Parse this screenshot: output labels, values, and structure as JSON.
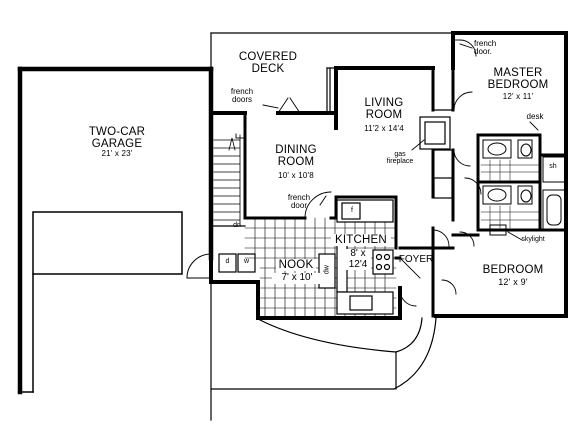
{
  "rooms": {
    "garage": {
      "name_line1": "TWO-CAR",
      "name_line2": "GARAGE",
      "size": "21' x 23'"
    },
    "covered_deck": {
      "name_line1": "COVERED",
      "name_line2": "DECK"
    },
    "living_room": {
      "name_line1": "LIVING",
      "name_line2": "ROOM",
      "size": "11'2 x 14'4"
    },
    "dining_room": {
      "name_line1": "DINING",
      "name_line2": "ROOM",
      "size": "10' x 10'8"
    },
    "master_bedroom": {
      "name_line1": "MASTER",
      "name_line2": "BEDROOM",
      "size": "12' x 11'"
    },
    "kitchen": {
      "name": "KITCHEN",
      "size_line1": "8' x",
      "size_line2": "12'4"
    },
    "nook": {
      "name": "NOOK",
      "size": "7' x 10'"
    },
    "foyer": {
      "name": "FOYER"
    },
    "bedroom": {
      "name": "BEDROOM",
      "size": "12' x 9'"
    }
  },
  "annotations": {
    "french_doors_deck_1": "french",
    "french_doors_deck_2": "doors",
    "french_door_master_1": "french",
    "french_door_master_2": "door.",
    "french_door_dining_1": "french",
    "french_door_dining_2": "door",
    "desk": "desk",
    "gas_fireplace_1": "gas",
    "gas_fireplace_2": "fireplace",
    "skylight": "skylight",
    "shower": "sh",
    "down_stairs": "dn",
    "dryer": "d",
    "washer": "w",
    "dishwasher": "dw",
    "refrigerator": "f"
  }
}
